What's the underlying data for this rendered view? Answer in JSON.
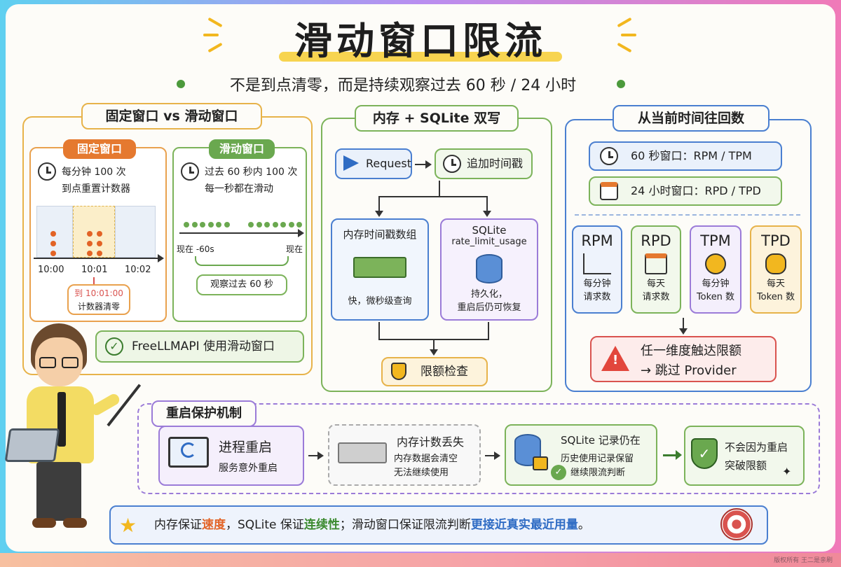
{
  "header": {
    "title": "滑动窗口限流",
    "subtitle": "不是到点清零，而是持续观察过去 60 秒 / 24 小时"
  },
  "left_panel": {
    "heading": "固定窗口 vs 滑动窗口",
    "fixed": {
      "tag": "固定窗口",
      "line1": "每分钟 100 次",
      "line2": "到点重置计数器",
      "ticks": [
        "10:00",
        "10:01",
        "10:02"
      ],
      "note1": "到 10:01:00",
      "note2": "计数器清零"
    },
    "sliding": {
      "tag": "滑动窗口",
      "line1": "过去 60 秒内 100 次",
      "line2": "每一秒都在滑动",
      "left_label": "现在 -60s",
      "right_label": "现在",
      "observe": "观察过去 60 秒"
    },
    "conclusion": "FreeLLMAPI 使用滑动窗口"
  },
  "middle_panel": {
    "heading": "内存 + SQLite 双写",
    "request": "Request",
    "timestamp": "追加时间戳",
    "memory_title": "内存时间戳数组",
    "memory_desc": "快，微秒级查询",
    "sqlite_title": "SQLite",
    "sqlite_table": "rate_limit_usage",
    "sqlite_desc1": "持久化，",
    "sqlite_desc2": "重启后仍可恢复",
    "check": "限额检查"
  },
  "right_panel": {
    "heading": "从当前时间往回数",
    "window60": "60 秒窗口：RPM / TPM",
    "window24": "24 小时窗口：RPD / TPD",
    "metrics": [
      {
        "name": "RPM",
        "line1": "每分钟",
        "line2": "请求数"
      },
      {
        "name": "RPD",
        "line1": "每天",
        "line2": "请求数"
      },
      {
        "name": "TPM",
        "line1": "每分钟",
        "line2": "Token 数"
      },
      {
        "name": "TPD",
        "line1": "每天",
        "line2": "Token 数"
      }
    ],
    "skip1": "任一维度触达限额",
    "skip2": "→ 跳过 Provider"
  },
  "restart": {
    "heading": "重启保护机制",
    "step1_title": "进程重启",
    "step1_desc": "服务意外重启",
    "step2_title": "内存计数丢失",
    "step2_desc1": "内存数据会清空",
    "step2_desc2": "无法继续使用",
    "step3_title": "SQLite 记录仍在",
    "step3_desc1": "历史使用记录保留",
    "step3_desc2": "继续限流判断",
    "step4_desc1": "不会因为重启",
    "step4_desc2": "突破限额"
  },
  "summary": {
    "part1": "内存保证",
    "em1": "速度",
    "part2": "，SQLite 保证",
    "em2": "连续性",
    "part3": "；滑动窗口保证限流判断",
    "em3": "更接近真实最近用量",
    "part4": "。"
  },
  "copyright": "版权所有 王二是亲刷",
  "colors": {
    "orange": "#e7973a",
    "green": "#6aa84f",
    "blue": "#4a7fd0",
    "purple": "#9b7bd8",
    "red": "#d9534f"
  }
}
